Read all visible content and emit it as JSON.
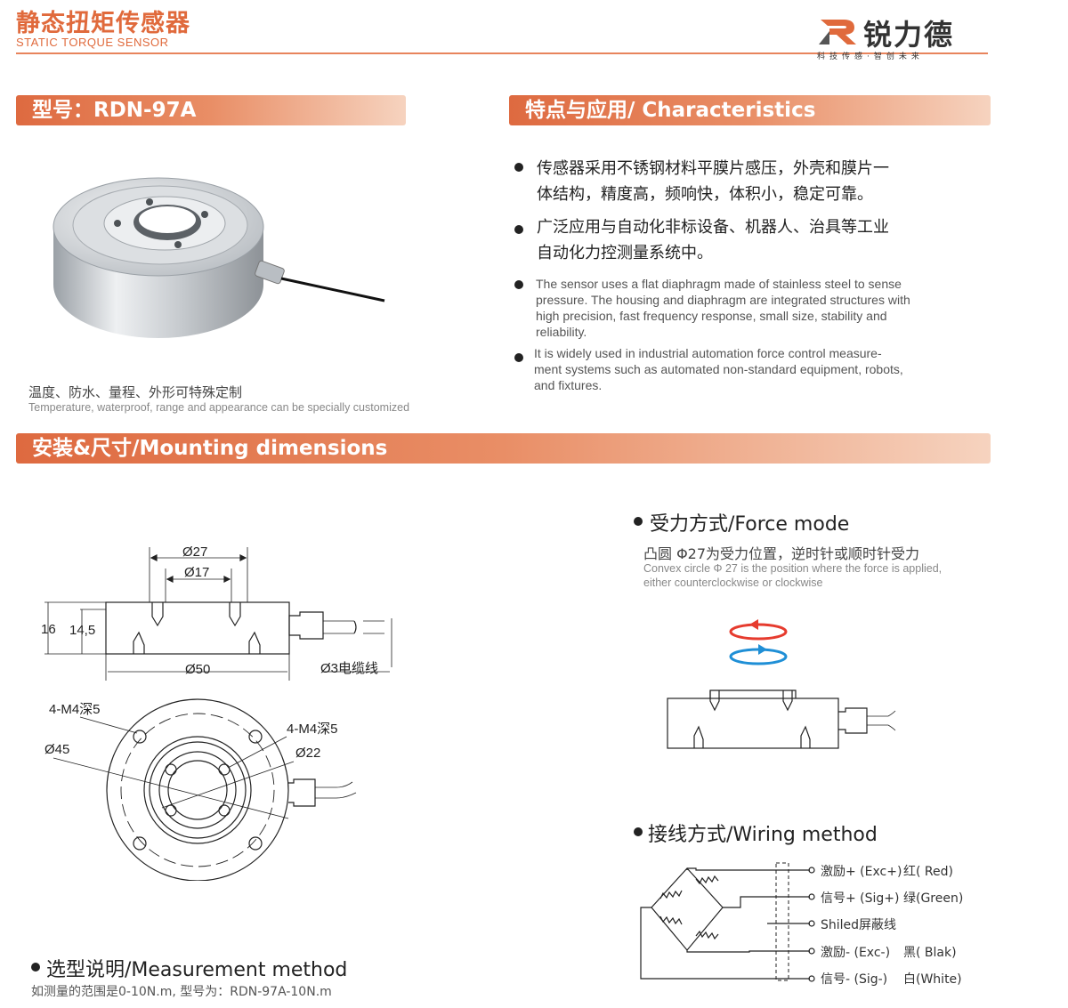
{
  "header": {
    "title_cn": "静态扭矩传感器",
    "title_en": "STATIC TORQUE SENSOR",
    "brand_name": "锐力德",
    "brand_tagline": "科技传感·智创未来",
    "accent_color": "#e06a3c"
  },
  "model_banner": "型号：RDN-97A",
  "features_banner": "特点与应用/ Characteristics",
  "features": [
    {
      "lines": [
        "传感器采用不锈钢材料平膜片感压，外壳和膜片一",
        "体结构，精度高，频响快，体积小，稳定可靠。"
      ]
    },
    {
      "lines": [
        "广泛应用与自动化非标设备、机器人、治具等工业",
        "自动化力控测量系统中。"
      ]
    }
  ],
  "features_en": [
    {
      "lines": [
        "The sensor uses a flat diaphragm made of stainless steel to sense",
        "pressure. The housing and diaphragm are integrated structures with",
        "high precision, fast frequency response, small size, stability and",
        "reliability."
      ]
    },
    {
      "lines": [
        "It is widely used in industrial automation force control measure-",
        "ment systems such as automated non-standard equipment, robots,",
        "and fixtures."
      ]
    }
  ],
  "custom_note": {
    "cn": "温度、防水、量程、外形可特殊定制",
    "en": "Temperature, waterproof, range and appearance can be specially customized"
  },
  "mounting_banner": "安装&尺寸/Mounting dimensions",
  "dimensions": {
    "d27": "Ø27",
    "d17": "Ø17",
    "h16": "16",
    "h14_5": "14,5",
    "d50": "Ø50",
    "cable": "Ø3电缆线",
    "m4_left": "4-M4深5",
    "m4_right": "4-M4深5",
    "d45": "Ø45",
    "d22": "Ø22"
  },
  "force_mode": {
    "heading": "受力方式/Force mode",
    "cn": "凸圆 Φ27为受力位置，逆时针或顺时针受力",
    "en_line1": "Convex circle Φ 27 is the position where the force is applied,",
    "en_line2": "either counterclockwise or clockwise"
  },
  "wiring": {
    "heading": "接线方式/Wiring method",
    "wires": [
      {
        "label": "激励+ (Exc+)",
        "color": "红( Red)"
      },
      {
        "label": "信号+ (Sig+)",
        "color": "绿(Green)"
      },
      {
        "label": "Shiled屏蔽线",
        "color": ""
      },
      {
        "label": "激励- (Exc-)",
        "color": "黑( Blak)"
      },
      {
        "label": "信号- (Sig-)",
        "color": "白(White)"
      }
    ]
  },
  "measurement": {
    "heading": "选型说明/Measurement method",
    "example": "如测量的范围是0-10N.m, 型号为：RDN-97A-10N.m"
  }
}
